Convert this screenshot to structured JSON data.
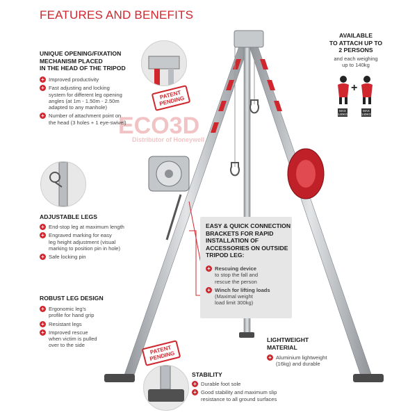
{
  "title": "FEATURES AND BENEFITS",
  "watermark": {
    "brand": "ECO3D",
    "tagline": "Distributor of Honeywell"
  },
  "opening": {
    "heading": "UNIQUE OPENING/FIXATION\nMECHANISM PLACED\nIN THE HEAD OF THE TRIPOD",
    "items": [
      "Improved productivity",
      "Fast adjusting and locking\nsystem for different leg opening\nangles (at 1m - 1.50m - 2.50m\nadapted to any manhole)",
      "Number of attachment point on\nthe head (3 holes + 1 eye-swivel)"
    ]
  },
  "patent_top": "PATENT\nPENDING",
  "patent_bottom": "PATENT\nPENDING",
  "legs": {
    "heading": "ADJUSTABLE LEGS",
    "items": [
      "End-stop leg at maximum length",
      "Engraved marking for easy\nleg height adjustment (visual\nmarking to position pin in hole)",
      "Safe locking pin"
    ]
  },
  "robust": {
    "heading": "ROBUST LEG DESIGN",
    "items": [
      "Ergonomic leg's\nprofile for hand grip",
      "Resistant legs",
      "Improved rescue\nwhen victim is pulled\nover to the side"
    ]
  },
  "brackets": {
    "heading": "EASY & QUICK CONNECTION\nBRACKETS FOR RAPID\nINSTALLATION OF\nACCESSORIES ON OUTSIDE\nTRIPOD LEG:",
    "items": [
      {
        "bold": "Rescuing device",
        "rest": "to stop the fall and\nrescue the person"
      },
      {
        "bold": "Winch for lifting loads",
        "rest": "(Maximal weight\nload limit 300kg)"
      }
    ]
  },
  "available": {
    "heading": "AVAILABLE\nTO ATTACH UP TO\n2 PERSONS",
    "sub": "and each weighing\nup to 140kg",
    "plus": "+",
    "label_left": "MAX\n140KG",
    "label_right": "MAX\n140KG"
  },
  "lightweight": {
    "heading": "LIGHTWEIGHT\nMATERIAL",
    "items": [
      "Aluminium lightweight\n(16kg) and durable"
    ]
  },
  "stability": {
    "heading": "STABILITY",
    "items": [
      "Durable foot sole",
      "Good stability and maximum slip\nresistance to all ground surfaces"
    ]
  },
  "colors": {
    "accent": "#d0262e",
    "metal": "#b9bcc0",
    "box": "#e6e6e6"
  }
}
